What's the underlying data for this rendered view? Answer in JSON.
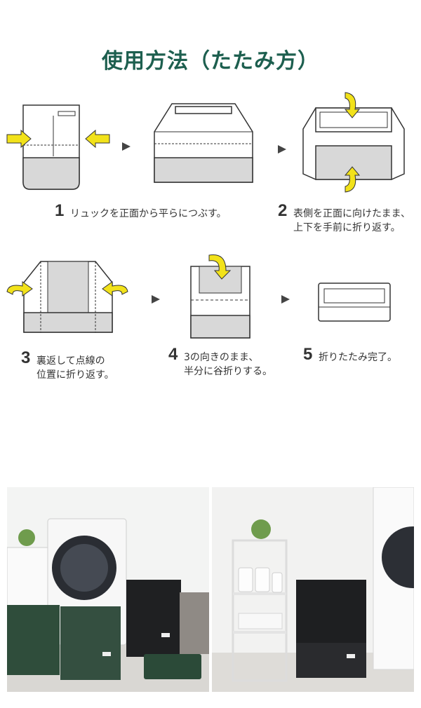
{
  "title": "使用方法（たたみ方）",
  "steps": [
    {
      "num": "1",
      "line1": "リュックを正面から平らにつぶす。",
      "line2": ""
    },
    {
      "num": "2",
      "line1": "表側を正面に向けたまま、",
      "line2": "上下を手前に折り返す。"
    },
    {
      "num": "3",
      "line1": "裏返して点線の",
      "line2": "位置に折り返す。"
    },
    {
      "num": "4",
      "line1": "3の向きのまま、",
      "line2": "半分に谷折りする。"
    },
    {
      "num": "5",
      "line1": "折りたたみ完了。",
      "line2": ""
    }
  ],
  "colors": {
    "title": "#1d5f4f",
    "arrow_yellow": "#f2e21a",
    "outline": "#333333",
    "bottom_gray": "#d8d8d8",
    "next_triangle": "#444444"
  },
  "icons": [
    "yellow-push-arrow",
    "yellow-curl-arrow",
    "next-triangle-icon"
  ]
}
